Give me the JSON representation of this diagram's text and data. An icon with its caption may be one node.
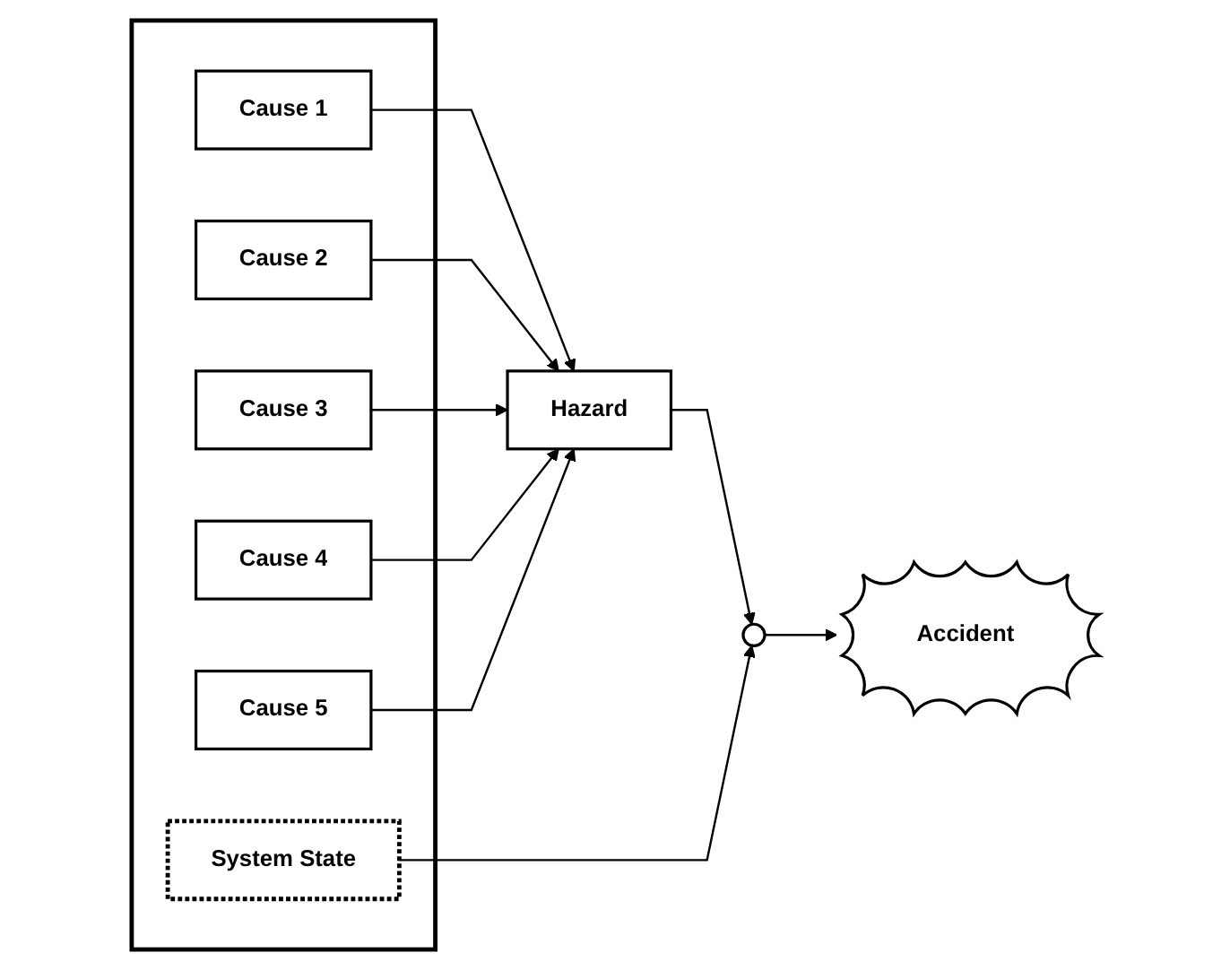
{
  "diagram": {
    "nodes": [
      {
        "text": [],
        "shape": "box"
      },
      {
        "text": [
          "Hazard"
        ]
      },
      {
        "text": [],
        "shape": "circle"
      },
      {
        "text": [
          "Accident"
        ]
      },
      {
        "text": [
          "Cause 1"
        ],
        "in": 0
      },
      {
        "text": [
          "Cause 2"
        ],
        "in": 0
      },
      {
        "text": [
          "Cause 3"
        ],
        "in": 0
      },
      {
        "text": [
          "Cause 4"
        ],
        "in": 0
      },
      {
        "text": [
          "Cause 5"
        ],
        "in": 0
      },
      {
        "text": [
          "System State"
        ],
        "in": 0
      }
    ],
    "edges": [
      {
        "from": 4,
        "to": 1,
        "arrow": "to"
      },
      {
        "from": 5,
        "to": 1,
        "arrow": "to"
      },
      {
        "from": 6,
        "to": 1,
        "arrow": "to"
      },
      {
        "from": 7,
        "to": 1,
        "arrow": "to"
      },
      {
        "from": 8,
        "to": 1,
        "arrow": "to"
      },
      {
        "from": 1,
        "to": 2,
        "arrow": "to"
      },
      {
        "from": 2,
        "to": 3,
        "arrow": "to"
      },
      {
        "from": 9,
        "to": 2,
        "arrow": "to"
      }
    ]
  }
}
